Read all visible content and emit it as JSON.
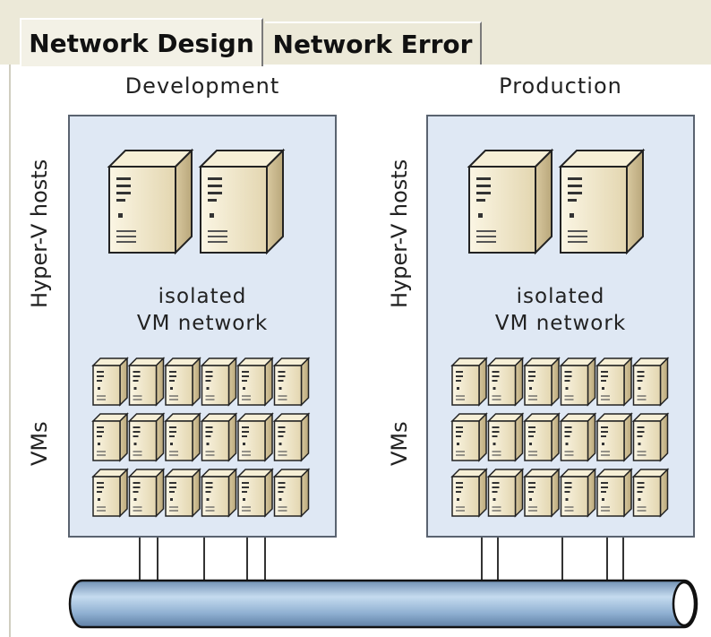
{
  "tabs": [
    {
      "label": "Network Design",
      "active": true
    },
    {
      "label": "Network Error",
      "active": false
    }
  ],
  "environments": [
    {
      "title": "Development",
      "host_label": "Hyper-V hosts",
      "network_label_line1": "isolated",
      "network_label_line2": "VM network",
      "vm_label": "VMs",
      "host_count": 2,
      "vm_rows": 3,
      "vm_cols": 6
    },
    {
      "title": "Production",
      "host_label": "Hyper-V hosts",
      "network_label_line1": "isolated",
      "network_label_line2": "VM network",
      "vm_label": "VMs",
      "host_count": 2,
      "vm_rows": 3,
      "vm_cols": 6
    }
  ],
  "colors": {
    "box_fill": "#dfe8f4",
    "server_light": "#f7f1dc",
    "server_dark": "#c9b98e",
    "pipe": "#a9c6e3"
  }
}
